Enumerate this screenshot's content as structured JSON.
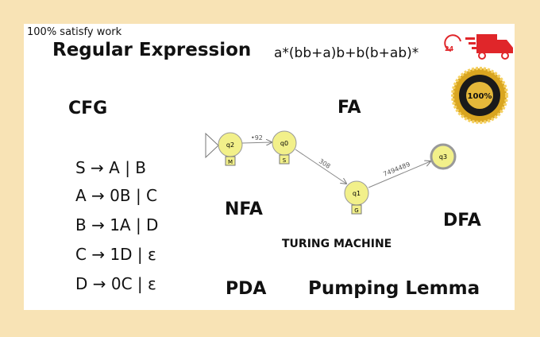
{
  "tagline": "100% satisfy work",
  "title": "Regular Expression",
  "regex": "a*(bb+a)b+b(b+ab)*",
  "cfg_label": "CFG",
  "fa_label": "FA",
  "grammar": [
    "S → A | B",
    "A → 0B | C",
    "B → 1A | D",
    "C → 1D | ε",
    "D → 0C | ε"
  ],
  "nfa_label": "NFA",
  "dfa_label": "DFA",
  "turing_label": "TURING MACHINE",
  "pda_label": "PDA",
  "pumping_label": "Pumping Lemma",
  "badge": {
    "delivery": "24",
    "seal": "100%"
  },
  "automaton": {
    "states": [
      {
        "name": "q2",
        "tag": "M"
      },
      {
        "name": "q0",
        "tag": "S"
      },
      {
        "name": "q1",
        "tag": "G"
      },
      {
        "name": "q3",
        "tag": ""
      }
    ],
    "transitions": [
      {
        "from": "q2",
        "to": "q0",
        "label": "•92"
      },
      {
        "from": "q0",
        "to": "q1",
        "label": "308"
      },
      {
        "from": "q1",
        "to": "q3",
        "label": "7494489"
      }
    ]
  },
  "colors": {
    "background": "#f8e3b5",
    "state_fill": "#f2f08a",
    "truck": "#e0262a",
    "seal": "#d9a520"
  }
}
